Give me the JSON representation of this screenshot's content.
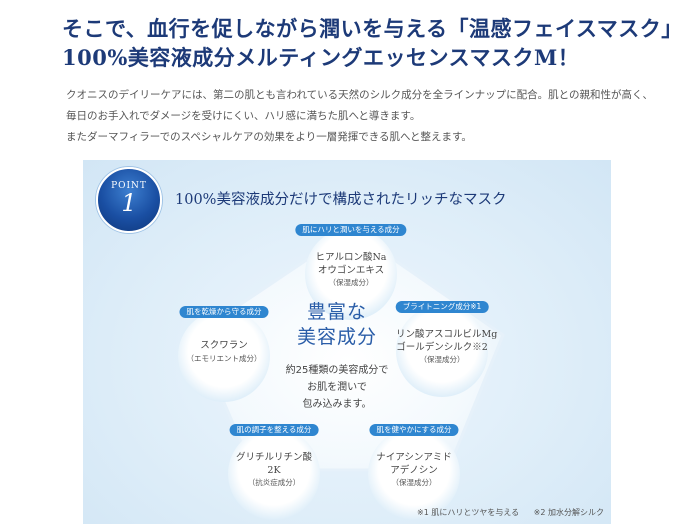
{
  "title": {
    "line1": "そこで、血行を促しながら潤いを与える「温感フェイスマスク」",
    "line2": "100%美容液成分メルティングエッセンスマスクM！"
  },
  "intro": [
    "クオニスのデイリーケアには、第二の肌とも言われている天然のシルク成分を全ラインナップに配合。肌との親和性が高く、",
    "毎日のお手入れでダメージを受けにくい、ハリ感に満ちた肌へと導きます。",
    "またダーマフィラーでのスペシャルケアの効果をより一層発揮できる肌へと整えます。"
  ],
  "point": {
    "label": "POINT",
    "number": "1"
  },
  "heading": "100%美容液成分だけで構成されたリッチなマスク",
  "center": {
    "big1": "豊富な",
    "big2": "美容成分",
    "small1": "約25種類の美容成分で",
    "small2": "お肌を潤いで",
    "small3": "包み込みます。"
  },
  "nodes": {
    "top": {
      "tag": "肌にハリと潤いを与える成分",
      "line1": "ヒアルロン酸Na",
      "line2": "オウゴンエキス",
      "sub": "（保湿成分）"
    },
    "left": {
      "tag": "肌を乾燥から守る成分",
      "line1": "スクワラン",
      "sub": "（エモリエント成分）"
    },
    "right": {
      "tag": "ブライトニング成分※1",
      "line1": "リン酸アスコルビルMg",
      "line2": "ゴールデンシルク※2",
      "sub": "（保湿成分）"
    },
    "bottom_left": {
      "tag": "肌の調子を整える成分",
      "line1": "グリチルリチン酸",
      "line2": "2K",
      "sub": "（抗炎症成分）"
    },
    "bottom_right": {
      "tag": "肌を健やかにする成分",
      "line1": "ナイアシンアミド",
      "line2": "アデノシン",
      "sub": "（保湿成分）"
    }
  },
  "notes": {
    "note1": "※1 肌にハリとツヤを与える",
    "note2": "※2 加水分解シルク"
  },
  "colors": {
    "title": "#1d3a78",
    "accent": "#2f86d0",
    "panel": "#dfeef9"
  }
}
